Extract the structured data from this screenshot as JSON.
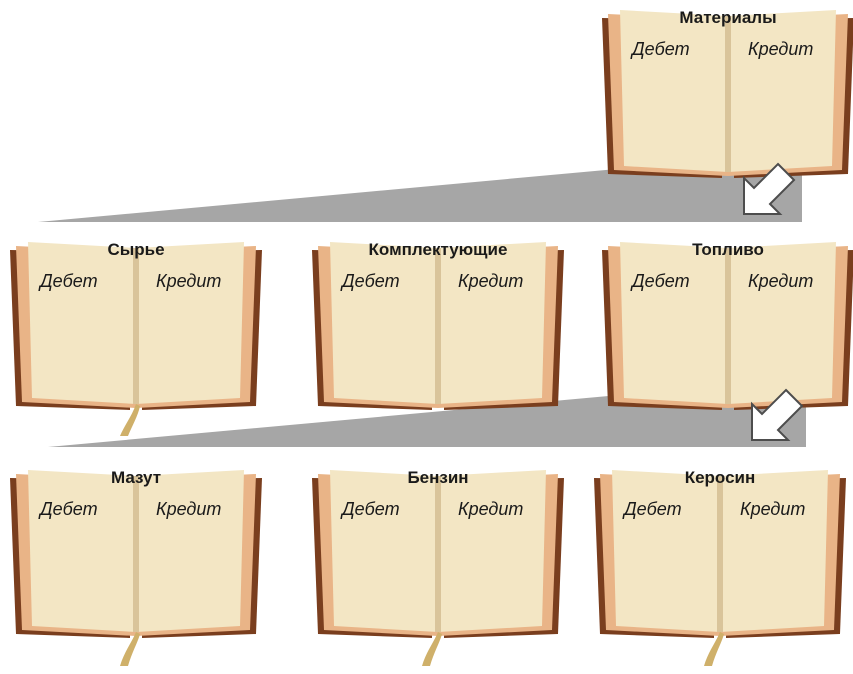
{
  "diagram": {
    "root": {
      "title": "Материалы",
      "debit": "Дебет",
      "credit": "Кредит"
    },
    "level1": [
      {
        "title": "Сырье",
        "debit": "Дебет",
        "credit": "Кредит"
      },
      {
        "title": "Комплектующие",
        "debit": "Дебет",
        "credit": "Кредит"
      },
      {
        "title": "Топливо",
        "debit": "Дебет",
        "credit": "Кредит"
      }
    ],
    "level2": [
      {
        "title": "Мазут",
        "debit": "Дебет",
        "credit": "Кредит"
      },
      {
        "title": "Бензин",
        "debit": "Дебет",
        "credit": "Кредит"
      },
      {
        "title": "Керосин",
        "debit": "Дебет",
        "credit": "Кредит"
      }
    ]
  },
  "colors": {
    "funnel": "#a6a6a6",
    "arrow_fill": "#ffffff",
    "arrow_stroke": "#4d4d4d",
    "page": "#f3e6c4",
    "page_edge": "#e9b487",
    "cover": "#7a3e1e"
  },
  "icons": {
    "expand_arrow": "down-left-arrow-icon",
    "ribbon": "bookmark-ribbon-icon"
  }
}
